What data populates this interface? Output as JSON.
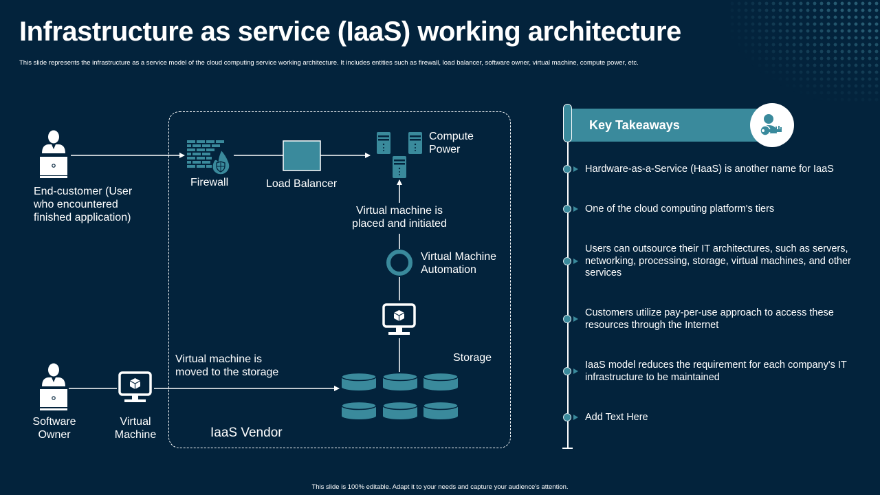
{
  "slide": {
    "title": "Infrastructure as service (IaaS) working architecture",
    "subtitle": "This slide represents the infrastructure as a service model of the cloud computing service working architecture. It includes entities such as firewall, load balancer, software owner, virtual machine, compute power, etc.",
    "footer": "This slide is 100% editable.  Adapt it to your needs and capture your audience's attention."
  },
  "colors": {
    "background": "#03233c",
    "accent": "#3a8a9c",
    "text": "#ffffff"
  },
  "diagram": {
    "end_customer": {
      "label_lines": [
        "End-customer  (User",
        "who encountered",
        "finished application)"
      ],
      "icon": "user-laptop-icon"
    },
    "firewall": {
      "label": "Firewall",
      "icon": "firewall-icon"
    },
    "load_balancer": {
      "label": "Load Balancer",
      "icon": "load-balancer-box"
    },
    "compute_power": {
      "label_lines": [
        "Compute",
        "Power"
      ],
      "icon": "server-icon"
    },
    "vm_placed": {
      "label_lines": [
        "Virtual machine is",
        "placed and initiated"
      ]
    },
    "vm_automation": {
      "label_lines": [
        "Virtual Machine",
        "Automation"
      ],
      "icon": "ring-icon"
    },
    "storage": {
      "label": "Storage",
      "icon": "database-icon"
    },
    "vm_moved": {
      "label_lines": [
        "Virtual machine is",
        "moved to the storage"
      ]
    },
    "software_owner": {
      "label_lines": [
        "Software",
        "Owner"
      ],
      "icon": "user-laptop-icon"
    },
    "virtual_machine": {
      "label_lines": [
        "Virtual",
        "Machine"
      ],
      "icon": "monitor-cube-icon"
    },
    "vendor": {
      "label": "IaaS Vendor"
    }
  },
  "takeaways": {
    "title": "Key Takeaways",
    "icon": "user-key-icon",
    "items": [
      "Hardware-as-a-Service (HaaS) is another name for IaaS",
      "One of the cloud computing platform's tiers",
      "Users can outsource their IT architectures, such as servers, networking, processing, storage, virtual machines, and other services",
      "Customers utilize pay-per-use approach to access these resources through the Internet",
      "IaaS model reduces the requirement for each company's IT infrastructure to be maintained",
      "Add Text Here"
    ]
  }
}
